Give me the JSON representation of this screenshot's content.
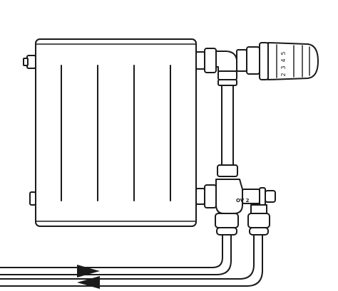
{
  "valve_label": "OV 2",
  "thermostat_scale": [
    "5",
    "4",
    "3",
    "2"
  ],
  "colors": {
    "line": "#1a1a1a",
    "background": "#ffffff"
  },
  "icons": [
    "flow-arrow-right-icon",
    "flow-arrow-left-icon"
  ]
}
